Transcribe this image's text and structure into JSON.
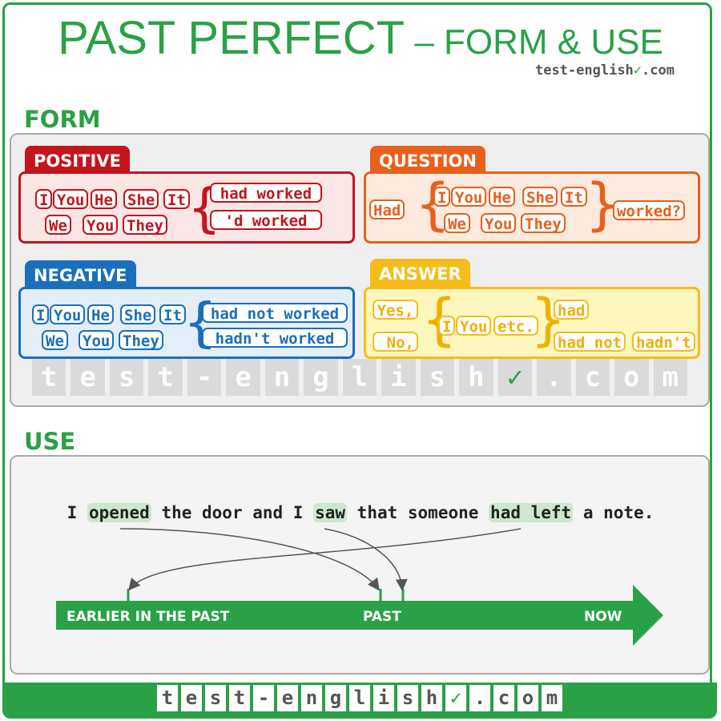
{
  "header": {
    "title_main": "PAST PERFECT",
    "title_sub": " – FORM & USE",
    "brand": "test-english",
    "brand_tld": ".com"
  },
  "form": {
    "label": "FORM",
    "positive": {
      "tag": "POSITIVE",
      "pronouns_row1": [
        "I",
        "You",
        "He",
        "She",
        "It"
      ],
      "pronouns_row2": [
        "We",
        "You",
        "They"
      ],
      "verb_full": "had worked",
      "verb_short": "'d worked"
    },
    "question": {
      "tag": "QUESTION",
      "aux": "Had",
      "pronouns_row1": [
        "I",
        "You",
        "He",
        "She",
        "It"
      ],
      "pronouns_row2": [
        "We",
        "You",
        "They"
      ],
      "verb": "worked?"
    },
    "negative": {
      "tag": "NEGATIVE",
      "pronouns_row1": [
        "I",
        "You",
        "He",
        "She",
        "It"
      ],
      "pronouns_row2": [
        "We",
        "You",
        "They"
      ],
      "verb_full": "had not worked",
      "verb_short": "hadn't worked"
    },
    "answer": {
      "tag": "ANSWER",
      "yes": "Yes,",
      "no": "No,",
      "pronouns": [
        "I",
        "You",
        "etc."
      ],
      "short_yes": "had",
      "short_no_full": "had not",
      "short_no_short": "hadn't"
    }
  },
  "watermark_letters": [
    "t",
    "e",
    "s",
    "t",
    "-",
    "e",
    "n",
    "g",
    "l",
    "i",
    "s",
    "h",
    "✓",
    ".",
    "c",
    "o",
    "m"
  ],
  "use": {
    "label": "USE",
    "sentence": {
      "p1": "I ",
      "h1": "opened",
      "p2": " the door and I ",
      "h2": "saw",
      "p3": " that someone ",
      "h3": "had left",
      "p4": " a note."
    },
    "timeline": {
      "earlier": "EARLIER IN THE PAST",
      "past": "PAST",
      "now": "NOW"
    }
  },
  "footer_letters": [
    "t",
    "e",
    "s",
    "t",
    "-",
    "e",
    "n",
    "g",
    "l",
    "i",
    "s",
    "h",
    "✓",
    ".",
    "c",
    "o",
    "m"
  ],
  "colors": {
    "brand_green": "#2aa146",
    "positive": "#c4141c",
    "question": "#e8601c",
    "negative": "#1a6fbd",
    "answer": "#f6bd1a"
  }
}
